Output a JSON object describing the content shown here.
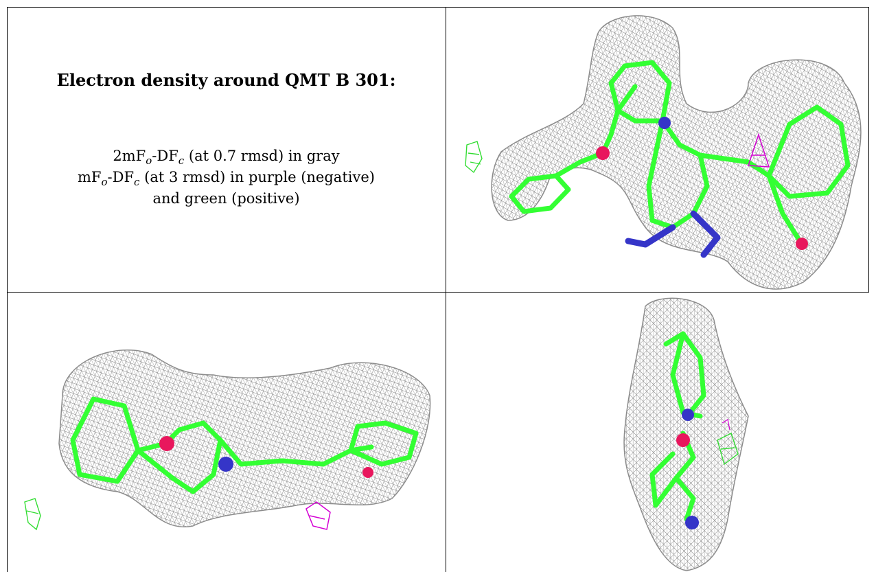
{
  "caption": {
    "title": "Electron density around QMT B 301:",
    "line1_prefix": "2mF",
    "line1_sub1": "o",
    "line1_mid": "-DF",
    "line1_sub2": "c",
    "line1_suffix": " (at 0.7 rmsd) in gray",
    "line2_prefix": "mF",
    "line2_sub1": "o",
    "line2_mid": "-DF",
    "line2_sub2": "c",
    "line2_suffix": " (at 3 rmsd) in purple (negative)",
    "line3": "and green (positive)"
  },
  "colors": {
    "mesh_gray": "#8c8c8c",
    "carbon_green": "#33ff33",
    "nitrogen_blue": "#3535c8",
    "oxygen_red": "#e8175d",
    "negative_purple": "#d400d4",
    "positive_green": "#33dd33"
  }
}
